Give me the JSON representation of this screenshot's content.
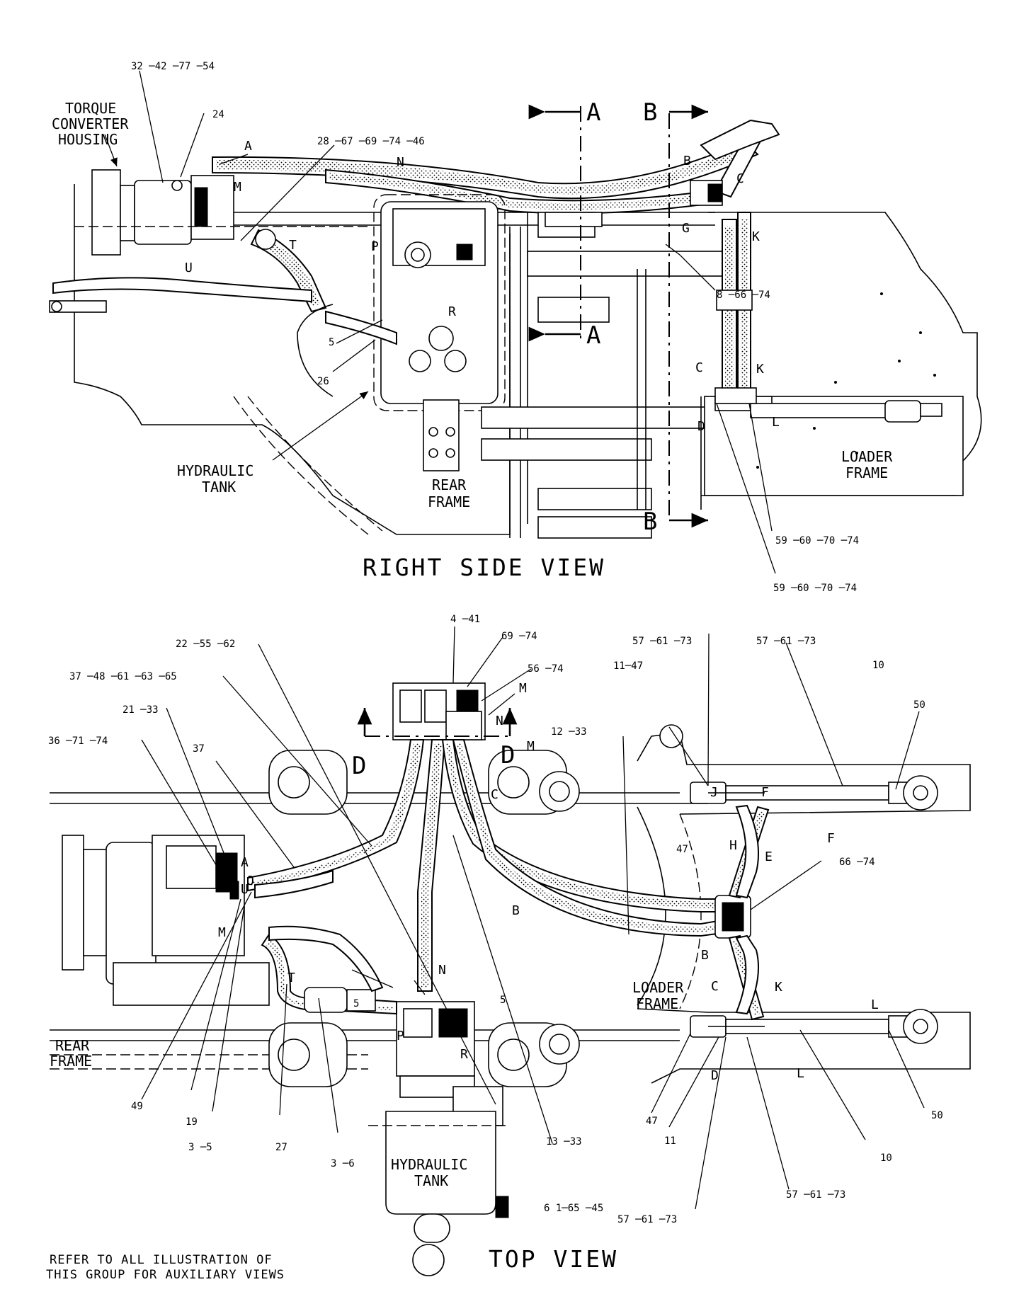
{
  "views": {
    "right_side_title": "RIGHT SIDE VIEW",
    "top_title": "TOP VIEW",
    "note_line1": "REFER TO ALL ILLUSTRATION OF",
    "note_line2": "THIS GROUP FOR AUXILIARY VIEWS"
  },
  "captions": {
    "torque_line1": "TORQUE",
    "torque_line2": "CONVERTER",
    "torque_line3": "HOUSING",
    "hyd_tank_side_line1": "HYDRAULIC",
    "hyd_tank_side_line2": "TANK",
    "rear_frame_side_line1": "REAR",
    "rear_frame_side_line2": "FRAME",
    "loader_frame_side_line1": "LOADER",
    "loader_frame_side_line2": "FRAME",
    "rear_frame_top_line1": "REAR",
    "rear_frame_top_line2": "FRAME",
    "loader_frame_top_line1": "LOADER",
    "loader_frame_top_line2": "FRAME",
    "hyd_tank_top_line1": "HYDRAULIC",
    "hyd_tank_top_line2": "TANK"
  },
  "sections": {
    "a": "A",
    "b": "B",
    "d": "D"
  },
  "letters": {
    "A": "A",
    "B": "B",
    "C": "C",
    "D": "D",
    "E": "E",
    "F": "F",
    "G": "G",
    "H": "H",
    "J": "J",
    "K": "K",
    "L": "L",
    "M": "M",
    "N": "N",
    "P": "P",
    "R": "R",
    "T": "T",
    "U": "U",
    "O": "O"
  },
  "side_callouts": {
    "c32": "32 ─42 ─77 ─54",
    "c24": "24",
    "c28": "28 ─67 ─69 ─74 ─46",
    "c8": "8 ─66 ─74",
    "c5": "5",
    "c26": "26",
    "c59a": "59 ─60 ─70 ─74",
    "c59b": "59 ─60 ─70 ─74"
  },
  "top_callouts": {
    "c4": "4 ─41",
    "c69": "69 ─74",
    "c56": "56 ─74",
    "c22": "22 ─55 ─62",
    "c37a": "37 ─48 ─61 ─63 ─65",
    "c21": "21 ─33",
    "c36": "36 ─71 ─74",
    "c37b": "37",
    "c57a": "57 ─61 ─73",
    "c57b": "57 ─61 ─73",
    "c11a": "11─47",
    "c10a": "10",
    "c12": "12 ─33",
    "c50a": "50",
    "c47a": "47",
    "c66": "66 ─74",
    "c5a": "5",
    "c5b": "5",
    "c13": "13 ─33",
    "c49": "49",
    "c19": "19",
    "c3a": "3 ─5",
    "c27": "27",
    "c3b": "3 ─6",
    "c61": "6 1─65 ─45",
    "c47b": "47",
    "c11b": "11",
    "c57c": "57 ─61 ─73",
    "c57d": "57 ─61 ─73",
    "c10b": "10",
    "c50b": "50"
  }
}
